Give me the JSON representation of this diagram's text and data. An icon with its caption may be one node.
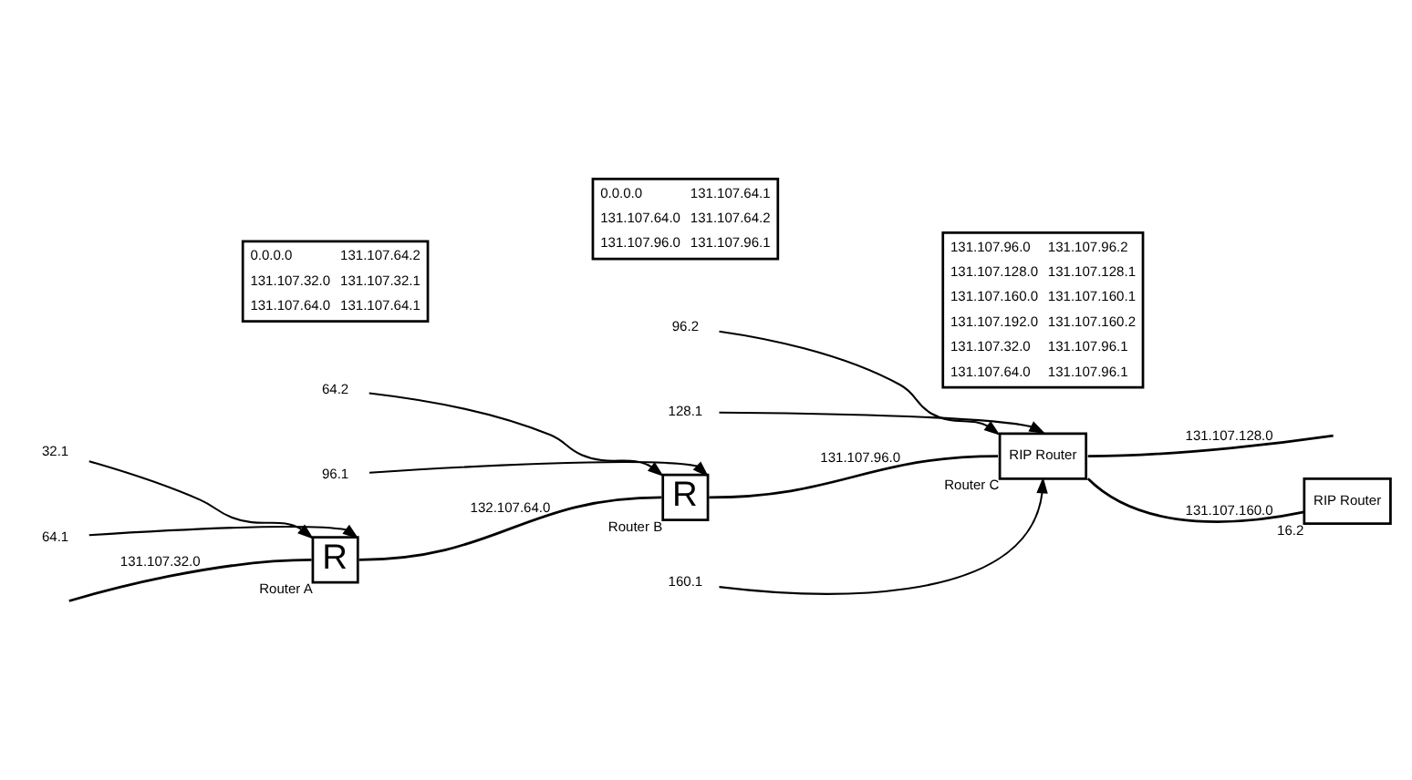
{
  "diagram": {
    "nodes": [
      {
        "text": [
          "R"
        ],
        "beside": [
          "Router A"
        ]
      },
      {
        "text": [
          "R"
        ],
        "beside": [
          "Router B"
        ]
      },
      {
        "text": [
          "RIP Router"
        ],
        "beside": [
          "Router C"
        ]
      },
      {
        "text": [
          "RIP Router"
        ],
        "beside": [
          "16.2"
        ]
      },
      {
        "text": [
          "32.1"
        ]
      },
      {
        "text": [
          "64.1"
        ]
      },
      {
        "text": [
          "64.2"
        ]
      },
      {
        "text": [
          "96.1"
        ]
      },
      {
        "text": [
          "96.2"
        ]
      },
      {
        "text": [
          "128.1"
        ]
      },
      {
        "text": [
          "160.1"
        ]
      },
      {
        "text": [
          "0.0.0.0",
          "131.107.64.2",
          "131.107.32.0",
          "131.107.32.1",
          "131.107.64.0",
          "131.107.64.1"
        ]
      },
      {
        "text": [
          "0.0.0.0",
          "131.107.64.1",
          "131.107.64.0",
          "131.107.64.2",
          "131.107.96.0",
          "131.107.96.1"
        ]
      },
      {
        "text": [
          "131.107.96.0",
          "131.107.96.2",
          "131.107.128.0",
          "131.107.128.1",
          "131.107.160.0",
          "131.107.160.1",
          "131.107.192.0",
          "131.107.160.2",
          "131.107.32.0",
          "131.107.96.1",
          "131.107.64.0",
          "131.107.96.1"
        ]
      }
    ],
    "edges": [
      {
        "from": null,
        "to": 0,
        "arrow": "none",
        "label": "131.107.32.0"
      },
      {
        "from": 0,
        "to": 1,
        "arrow": "none",
        "label": "132.107.64.0"
      },
      {
        "from": 1,
        "to": 2,
        "arrow": "none",
        "label": "131.107.96.0"
      },
      {
        "from": 2,
        "to": null,
        "arrow": "none",
        "label": "131.107.128.0"
      },
      {
        "from": 2,
        "to": 3,
        "arrow": "none",
        "label": "131.107.160.0"
      },
      {
        "from": 4,
        "to": 0,
        "arrow": "to"
      },
      {
        "from": 5,
        "to": 0,
        "arrow": "to"
      },
      {
        "from": 6,
        "to": 1,
        "arrow": "to"
      },
      {
        "from": 7,
        "to": 1,
        "arrow": "to"
      },
      {
        "from": 8,
        "to": 2,
        "arrow": "to"
      },
      {
        "from": 9,
        "to": 2,
        "arrow": "to"
      },
      {
        "from": 10,
        "to": 2,
        "arrow": "to"
      }
    ]
  }
}
